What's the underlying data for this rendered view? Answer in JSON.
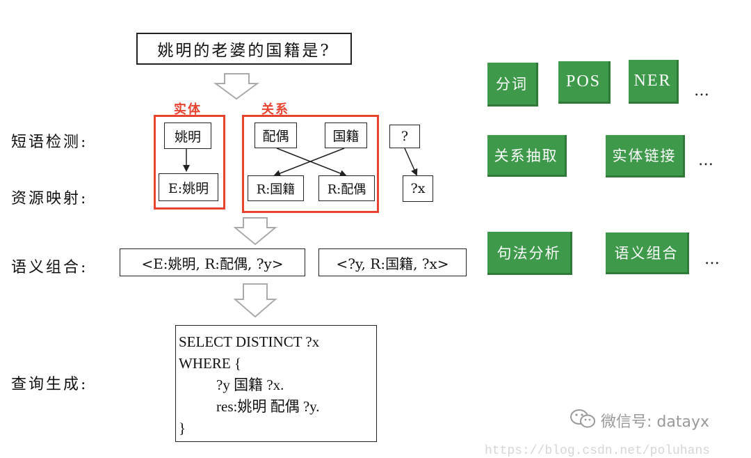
{
  "question": "姚明的老婆的国籍是?",
  "stages": {
    "phrase_detection": "短语检测:",
    "resource_mapping": "资源映射:",
    "semantic_composition": "语义组合:",
    "query_generation": "查询生成:"
  },
  "groups": {
    "entity_label": "实体",
    "relation_label": "关系"
  },
  "phrases": {
    "entity": "姚明",
    "relation_1": "配偶",
    "relation_2": "国籍",
    "unknown": "?"
  },
  "mappings": {
    "entity": "E:姚明",
    "relation_1": "R:国籍",
    "relation_2": "R:配偶",
    "unknown": "?x"
  },
  "triples": {
    "triple_1": "<E:姚明, R:配偶, ?y>",
    "triple_2": "<?y, R:国籍, ?x>"
  },
  "sparql": {
    "line_1": "SELECT DISTINCT ?x",
    "line_2": "WHERE {",
    "line_3": "?y 国籍 ?x.",
    "line_4": "res:姚明 配偶 ?y.",
    "line_5": "}"
  },
  "tasks": {
    "row_1": [
      "分词",
      "POS",
      "NER"
    ],
    "row_2": [
      "关系抽取",
      "实体链接"
    ],
    "row_3": [
      "句法分析",
      "语义组合"
    ],
    "ellipsis": "…"
  },
  "watermark": {
    "text": "微信号: datayx",
    "url": "https://blog.csdn.net/poluhans"
  },
  "colors": {
    "accent_red": "#e8432f",
    "tile_green": "#3e9a4a"
  }
}
